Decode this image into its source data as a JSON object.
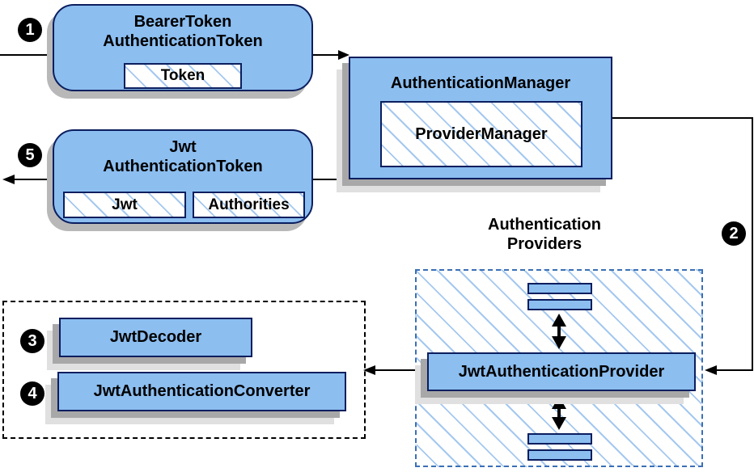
{
  "colors": {
    "node_fill": "#8CBEF0",
    "node_border": "#0B1E5E",
    "hatch_line": "#A5C8EF",
    "container_border": "#3B6FB5",
    "dashed_box_border": "#000000",
    "arrow": "#000000",
    "badge_bg": "#000000",
    "badge_text": "#FFFFFF",
    "shadow_dark": "#A8A8A8",
    "shadow_light": "#E0E0E0"
  },
  "nodes": {
    "bearer_token": {
      "line1": "BearerToken",
      "line2": "AuthenticationToken",
      "token_chip": "Token"
    },
    "authentication_manager": {
      "title": "AuthenticationManager",
      "provider_manager_chip": "ProviderManager"
    },
    "jwt_authentication_token": {
      "line1": "Jwt",
      "line2": "AuthenticationToken",
      "jwt_chip": "Jwt",
      "authorities_chip": "Authorities"
    },
    "jwt_authentication_provider": {
      "title": "JwtAuthenticationProvider"
    },
    "jwt_decoder": {
      "title": "JwtDecoder"
    },
    "jwt_authentication_converter": {
      "title": "JwtAuthenticationConverter"
    }
  },
  "labels": {
    "authentication_providers_line1": "Authentication",
    "authentication_providers_line2": "Providers"
  },
  "badges": {
    "step1": "1",
    "step2": "2",
    "step3": "3",
    "step4": "4",
    "step5": "5"
  }
}
